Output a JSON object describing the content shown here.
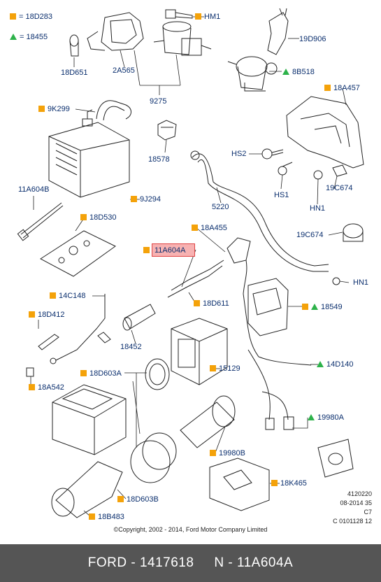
{
  "legend": {
    "square_code": "= 18D283",
    "triangle_code": "= 18455"
  },
  "parts": {
    "hm1": "HM1",
    "p19d906": "19D906",
    "p18d651": "18D651",
    "p2a565": "2A565",
    "p8b518": "8B518",
    "p9275": "9275",
    "p18a457": "18A457",
    "p9k299": "9K299",
    "p18578": "18578",
    "hs2": "HS2",
    "hs1": "HS1",
    "p19c674a": "19C674",
    "hn1a": "HN1",
    "p11a604b": "11A604B",
    "p9j294": "9J294",
    "p5220": "5220",
    "p18d530": "18D530",
    "p18a455": "18A455",
    "p11a604a": "11A604A",
    "p19c674b": "19C674",
    "hn1b": "HN1",
    "p14c148": "14C148",
    "p18d611": "18D611",
    "p18d412": "18D412",
    "p18549": "18549",
    "p18452": "18452",
    "p15129": "15129",
    "p14d140": "14D140",
    "p18d603a": "18D603A",
    "p18a542": "18A542",
    "p19980a": "19980A",
    "p19980b": "19980B",
    "p18k465": "18K465",
    "p18d603b": "18D603B",
    "p18b483": "18B483"
  },
  "info": {
    "line1": "4120220",
    "line2": "08-2014 35",
    "line3": "C7",
    "line4": "C 0101128 12"
  },
  "copyright": "©Copyright, 2002 - 2014, Ford Motor Company Limited",
  "footer": "FORD - 1417618     N - 11A604A",
  "colors": {
    "label": "#0b2f6e",
    "square_marker": "#f4a20a",
    "triangle_marker": "#2db24a",
    "highlight_fill": "#f7b2b2",
    "highlight_border": "#e04545",
    "footer_bg": "#555555"
  }
}
